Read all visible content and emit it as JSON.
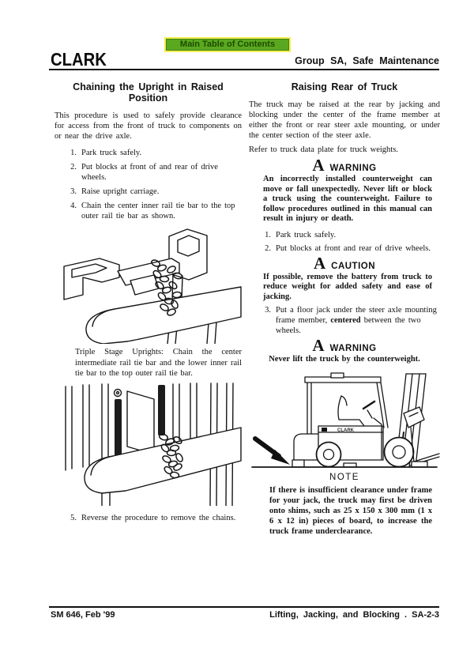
{
  "header": {
    "toc_button": "Main Table of Contents",
    "logo": "CLARK",
    "group_title": "Group SA, Safe Maintenance"
  },
  "colors": {
    "button_bg": "#5aa820",
    "button_border": "#f2ee4e",
    "button_text": "#1d4d00"
  },
  "left": {
    "title": "Chaining the Upright in Raised Position",
    "intro": "This procedure is used to safely provide clearance for access from the front of truck to components on or near the drive axle.",
    "steps": [
      {
        "num": "1.",
        "text": "Park truck safely."
      },
      {
        "num": "2.",
        "text": "Put blocks at front of and rear of drive wheels."
      },
      {
        "num": "3.",
        "text": "Raise upright carriage."
      },
      {
        "num": "4.",
        "text": "Chain the center inner rail tie bar to the top outer rail tie bar as shown."
      }
    ],
    "triple_stage_note": "Triple Stage Uprights: Chain the center intermediate rail tie bar and the lower inner rail tie bar to the top outer rail tie bar.",
    "step5": {
      "num": "5.",
      "text": "Reverse the procedure to remove the chains."
    }
  },
  "right": {
    "title": "Raising Rear of Truck",
    "para1": "The truck may be raised at the rear by jacking and blocking under the center of the frame member at either the front or rear steer axle mounting, or under the center section of the steer axle.",
    "para2": "Refer to truck data plate for truck weights.",
    "warning1": {
      "symbol": "A",
      "label": "WARNING",
      "text": "An incorrectly installed counterweight can move or fall unexpectedly. Never lift or block a truck using the counterweight. Failure to follow procedures outlined in this manual can result in injury or death."
    },
    "steps": [
      {
        "num": "1.",
        "text": "Park truck safely."
      },
      {
        "num": "2.",
        "text": "Put blocks at front and rear of drive wheels."
      }
    ],
    "caution": {
      "symbol": "A",
      "label": "CAUTION",
      "text": "If possible, remove the battery from truck to reduce weight for added safety and ease of jacking."
    },
    "step3": {
      "num": "3.",
      "pre": "Put a floor jack under the steer axle mounting frame member, ",
      "bold": "centered",
      "post": " between the two wheels."
    },
    "warning2": {
      "symbol": "A",
      "label": "WARNING",
      "text": "Never lift the truck by the counterweight."
    },
    "note": {
      "label": "NOTE",
      "text": "If there is insufficient clearance under frame for your jack, the truck may first be driven onto shims, such as 25 x 150 x 300 mm (1 x 6 x 12 in) pieces of board, to increase the truck frame underclearance."
    }
  },
  "illustrations": {
    "forklift_label": "CLARK"
  },
  "footer": {
    "left": "SM 646, Feb '99",
    "right": "Lifting, Jacking, and Blocking . SA-2-3"
  }
}
